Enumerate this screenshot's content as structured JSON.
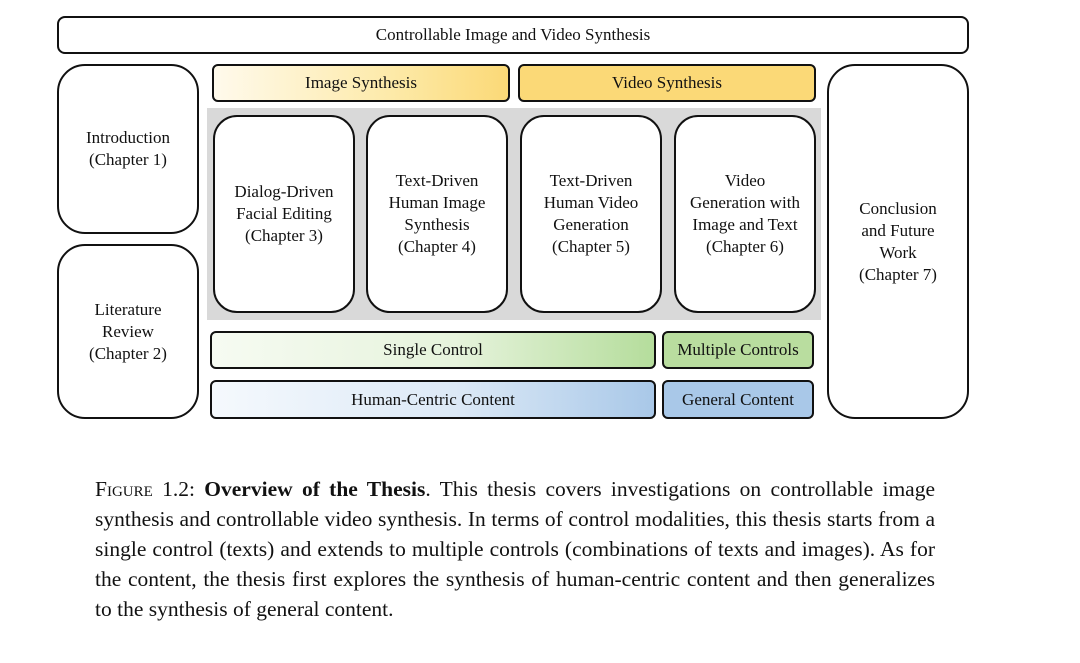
{
  "diagram": {
    "title": "Controllable Image and Video Synthesis",
    "left_boxes": [
      {
        "label": "Introduction\n(Chapter 1)"
      },
      {
        "label": "Literature\nReview\n(Chapter 2)"
      }
    ],
    "right_box": {
      "label": "Conclusion\nand Future\nWork\n(Chapter 7)"
    },
    "headers": {
      "image_synthesis": "Image Synthesis",
      "video_synthesis": "Video Synthesis"
    },
    "chapters": [
      {
        "label": "Dialog-Driven\nFacial Editing\n(Chapter 3)"
      },
      {
        "label": "Text-Driven\nHuman Image\nSynthesis\n(Chapter 4)"
      },
      {
        "label": "Text-Driven\nHuman Video\nGeneration\n(Chapter 5)"
      },
      {
        "label": "Video\nGeneration with\nImage and Text\n(Chapter 6)"
      }
    ],
    "control_row": {
      "single": "Single Control",
      "multiple": "Multiple Controls"
    },
    "content_row": {
      "human_centric": "Human-Centric Content",
      "general": "General Content"
    },
    "colors": {
      "video_header": "#fbd977",
      "multiple_controls": "#b9dd9f",
      "general_content": "#a9c8e8",
      "panel_grey": "#d9d9d9"
    }
  },
  "caption": {
    "figure_label": "Figure 1.2:",
    "bold_title": "Overview of the Thesis",
    "text": ". This thesis covers investigations on controllable image synthesis and controllable video synthesis. In terms of control modalities, this thesis starts from a single control (texts) and extends to multiple controls (combinations of texts and images). As for the content, the thesis first explores the synthesis of human-centric content and then generalizes to the synthesis of general content."
  }
}
